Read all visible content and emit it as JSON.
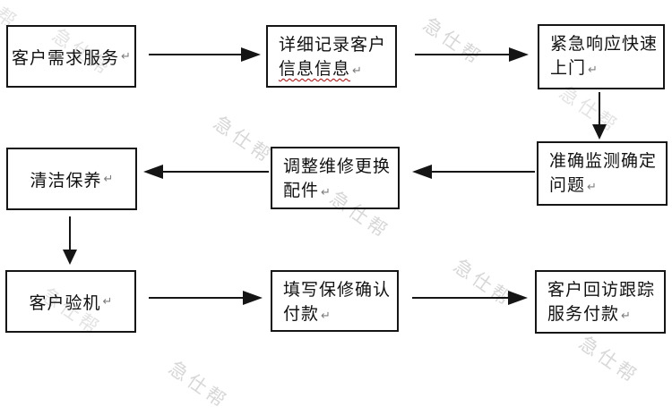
{
  "watermark": {
    "text": "急仕帮",
    "color": "#d7d7d7",
    "angle_deg": 35
  },
  "marks": {
    "return_symbol": "↵"
  },
  "flow": {
    "boxes": [
      {
        "id": "customer-demand",
        "label1": "客户需求服务",
        "label2": ""
      },
      {
        "id": "record-info",
        "label1": "详细记录客户",
        "label2": "信息信息"
      },
      {
        "id": "rapid-response",
        "label1": "紧急响应快速",
        "label2": "上门"
      },
      {
        "id": "cleaning",
        "label1": "清洁保养",
        "label2": ""
      },
      {
        "id": "repair-replace",
        "label1": "调整维修更换",
        "label2": "配件"
      },
      {
        "id": "diagnose",
        "label1": "准确监测确定",
        "label2": "问题"
      },
      {
        "id": "customer-check",
        "label1": "客户验机",
        "label2": ""
      },
      {
        "id": "warranty-payment",
        "label1": "填写保修确认",
        "label2": "付款"
      },
      {
        "id": "follow-up",
        "label1": "客户回访跟踪",
        "label2": "服务付款"
      }
    ],
    "edges": [
      {
        "from": "客户需求服务",
        "to": "详细记录客户信息信息",
        "direction": "right"
      },
      {
        "from": "详细记录客户信息信息",
        "to": "紧急响应快速上门",
        "direction": "right"
      },
      {
        "from": "紧急响应快速上门",
        "to": "准确监测确定问题",
        "direction": "down"
      },
      {
        "from": "准确监测确定问题",
        "to": "调整维修更换配件",
        "direction": "left"
      },
      {
        "from": "调整维修更换配件",
        "to": "清洁保养",
        "direction": "left"
      },
      {
        "from": "清洁保养",
        "to": "客户验机",
        "direction": "down"
      },
      {
        "from": "客户验机",
        "to": "填写保修确认付款",
        "direction": "right"
      },
      {
        "from": "填写保修确认付款",
        "to": "客户回访跟踪服务付款",
        "direction": "right"
      }
    ]
  }
}
